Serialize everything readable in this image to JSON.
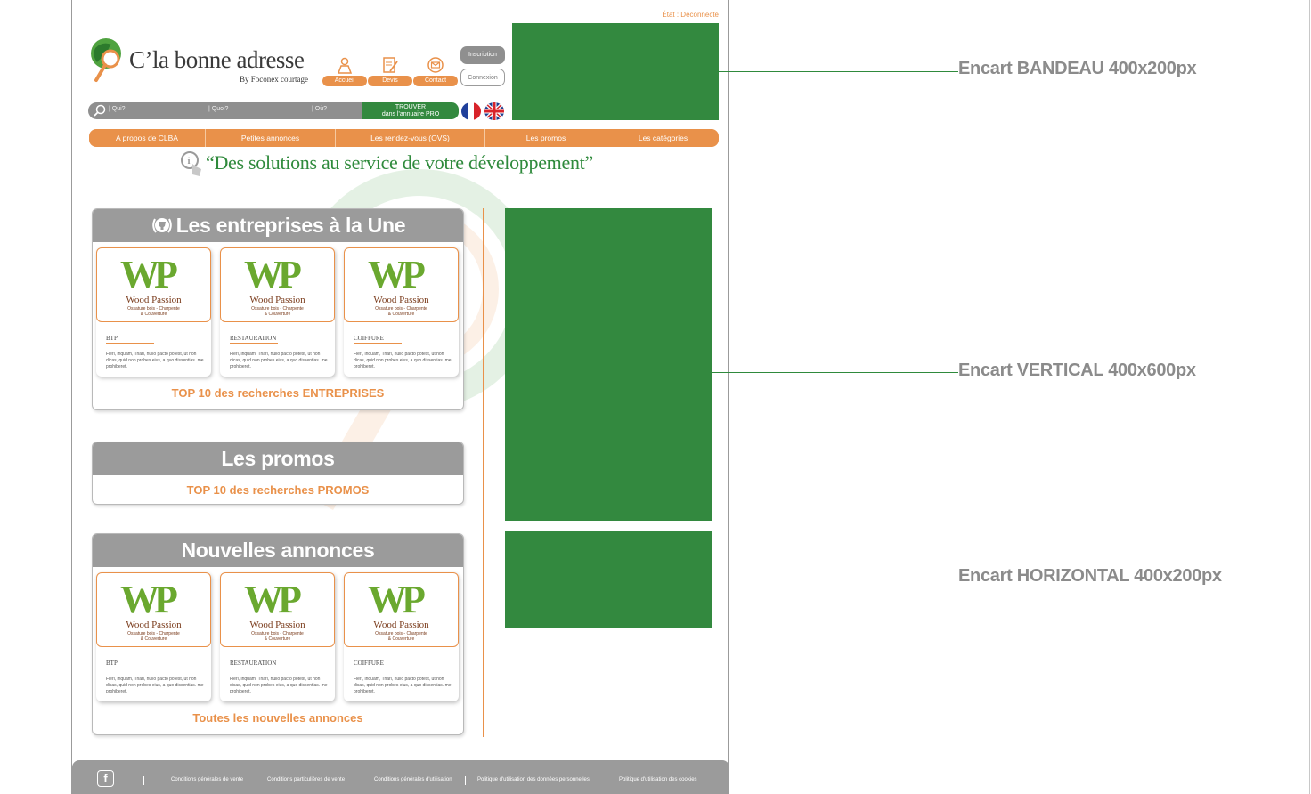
{
  "header": {
    "status": "État : Déconnecté",
    "logo_title": "C’la bonne adresse",
    "logo_subtitle": "By Foconex courtage",
    "nav": [
      {
        "label": "Accueil",
        "icon": "home-icon"
      },
      {
        "label": "Devis",
        "icon": "quote-icon"
      },
      {
        "label": "Contact",
        "icon": "mail-icon"
      }
    ],
    "inscription": "Inscription",
    "connexion": "Connexion"
  },
  "search": {
    "field1": "Qui?",
    "field2": "Quoi?",
    "field3": "Où?",
    "button_line1": "TROUVER",
    "button_line2": "dans l'annuaire PRO"
  },
  "languages": [
    "fr-flag-icon",
    "uk-flag-icon"
  ],
  "menu": [
    "A propos de CLBA",
    "Petites annonces",
    "Les rendez-vous (OVS)",
    "Les promos",
    "Les catégories"
  ],
  "slogan": "“Des solutions au service de votre développement”",
  "section_une": {
    "title": "Les entreprises à la Une",
    "cards": [
      {
        "brand": "WP",
        "name": "Wood Passion",
        "tag1": "Ossature bois - Charpente",
        "tag2": "& Couverture",
        "category": "BTP",
        "desc": "Fieri, inquam, Triari, nullo pacto potest, ut non dicas, quid non probes eius, a quo dissentias. me prohiberet."
      },
      {
        "brand": "WP",
        "name": "Wood Passion",
        "tag1": "Ossature bois - Charpente",
        "tag2": "& Couverture",
        "category": "RESTAURATION",
        "desc": "Fieri, inquam, Triari, nullo pacto potest, ut non dicas, quid non probes eius, a quo dissentias. me prohiberet."
      },
      {
        "brand": "WP",
        "name": "Wood Passion",
        "tag1": "Ossature bois - Charpente",
        "tag2": "& Couverture",
        "category": "COIFFURE",
        "desc": "Fieri, inquam, Triari, nullo pacto potest, ut non dicas, quid non probes eius, a quo dissentias. me prohiberet."
      }
    ],
    "link": "TOP 10 des recherches ENTREPRISES"
  },
  "section_promos": {
    "title": "Les promos",
    "link": "TOP 10 des recherches PROMOS"
  },
  "section_annonces": {
    "title": "Nouvelles annonces",
    "cards": [
      {
        "brand": "WP",
        "name": "Wood Passion",
        "tag1": "Ossature bois - Charpente",
        "tag2": "& Couverture",
        "category": "BTP",
        "desc": "Fieri, inquam, Triari, nullo pacto potest, ut non dicas, quid non probes eius, a quo dissentias. me prohiberet."
      },
      {
        "brand": "WP",
        "name": "Wood Passion",
        "tag1": "Ossature bois - Charpente",
        "tag2": "& Couverture",
        "category": "RESTAURATION",
        "desc": "Fieri, inquam, Triari, nullo pacto potest, ut non dicas, quid non probes eius, a quo dissentias. me prohiberet."
      },
      {
        "brand": "WP",
        "name": "Wood Passion",
        "tag1": "Ossature bois - Charpente",
        "tag2": "& Couverture",
        "category": "COIFFURE",
        "desc": "Fieri, inquam, Triari, nullo pacto potest, ut non dicas, quid non probes eius, a quo dissentias. me prohiberet."
      }
    ],
    "link": "Toutes les nouvelles annonces"
  },
  "footer": {
    "links": [
      "Conditions générales de vente",
      "Conditions particulières de vente",
      "Conditions générales d'utilisation",
      "Politique d'utilisation des données personnelles",
      "Politique d'utilisation des cookies"
    ]
  },
  "annotations": {
    "bandeau": "Encart BANDEAU 400x200px",
    "vertical": "Encart VERTICAL 400x600px",
    "horizontal": "Encart HORIZONTAL 400x200px"
  },
  "colors": {
    "orange": "#e9914a",
    "green": "#33893f",
    "gray": "#9b9b9b"
  }
}
